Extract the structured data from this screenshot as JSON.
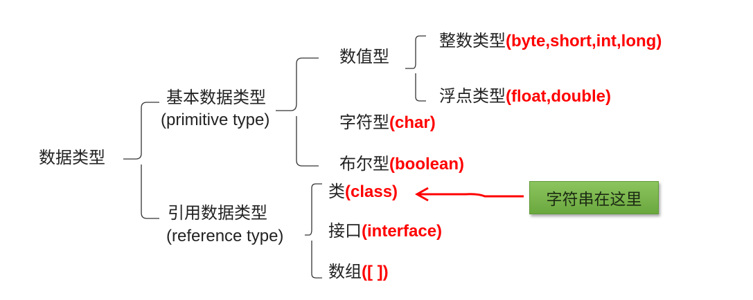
{
  "root": {
    "label": "数据类型"
  },
  "primitive": {
    "label_cn": "基本数据类型",
    "label_en": "(primitive type)"
  },
  "numeric": {
    "label": "数值型"
  },
  "integer": {
    "label_cn": "整数类型",
    "label_en": "(byte,short,int,long)"
  },
  "float": {
    "label_cn": "浮点类型",
    "label_en": "(float,double)"
  },
  "char": {
    "label_cn": "字符型",
    "label_en": "(char)"
  },
  "boolean": {
    "label_cn": "布尔型",
    "label_en": "(boolean)"
  },
  "reference": {
    "label_cn": "引用数据类型",
    "label_en": "(reference type)"
  },
  "class": {
    "label_cn": "类",
    "label_en": "(class)"
  },
  "interface": {
    "label_cn": "接口",
    "label_en": "(interface)"
  },
  "array": {
    "label_cn": "数组",
    "label_en": "([ ])"
  },
  "callout": {
    "label": "字符串在这里",
    "color": "#70ad47"
  },
  "colors": {
    "accent": "#ff0000",
    "text": "#222222"
  }
}
